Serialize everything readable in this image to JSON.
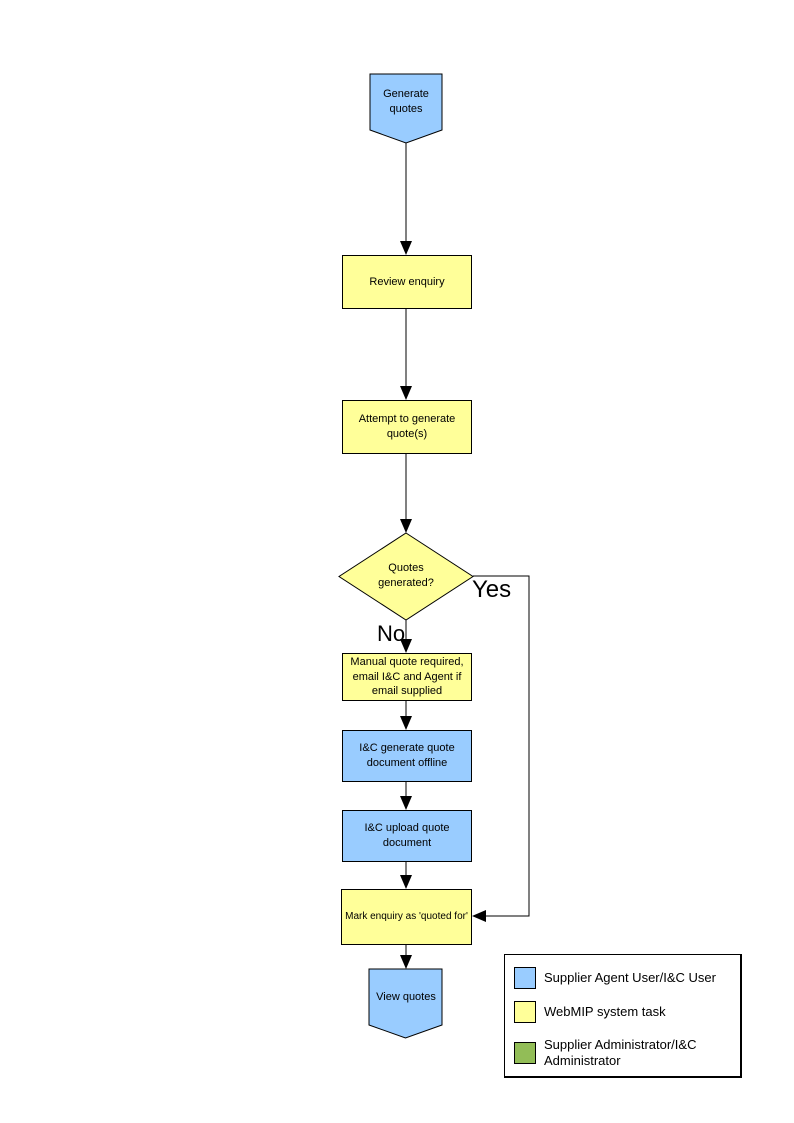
{
  "colors": {
    "agent_blue": "#99CCFF",
    "system_yellow": "#FFFF99",
    "admin_green": "#92BD57",
    "line_black": "#000000"
  },
  "flowchart": {
    "nodes": {
      "start": {
        "label": "Generate quotes",
        "shape": "pentagon",
        "role": "agent_blue"
      },
      "review": {
        "label": "Review enquiry",
        "shape": "process",
        "role": "system_yellow"
      },
      "attempt": {
        "label": "Attempt to generate quote(s)",
        "shape": "process",
        "role": "system_yellow"
      },
      "decision": {
        "label": "Quotes generated?",
        "shape": "diamond",
        "role": "system_yellow"
      },
      "manual": {
        "label": "Manual quote required, email I&C and Agent if email supplied",
        "shape": "process",
        "role": "system_yellow"
      },
      "generate_offline": {
        "label": "I&C generate quote document offline",
        "shape": "process",
        "role": "agent_blue"
      },
      "upload": {
        "label": "I&C upload quote document",
        "shape": "process",
        "role": "agent_blue"
      },
      "mark": {
        "label": "Mark enquiry as 'quoted for'",
        "shape": "process",
        "role": "system_yellow"
      },
      "end": {
        "label": "View quotes",
        "shape": "pentagon",
        "role": "agent_blue"
      }
    },
    "branches": {
      "yes": "Yes",
      "no": "No"
    }
  },
  "legend": {
    "items": [
      {
        "label": "Supplier Agent User/I&C User",
        "color": "#99CCFF"
      },
      {
        "label": "WebMIP system task",
        "color": "#FFFF99"
      },
      {
        "label": "Supplier Administrator/I&C Administrator",
        "color": "#92BD57"
      }
    ]
  }
}
